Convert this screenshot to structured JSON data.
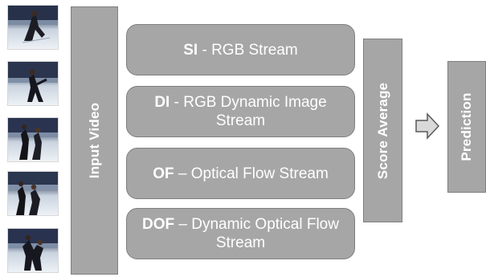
{
  "input": {
    "label": "Input Video",
    "frames": [
      "frame-1",
      "frame-2",
      "frame-3",
      "frame-4",
      "frame-5"
    ]
  },
  "streams": [
    {
      "abbr": "SI",
      "separator": " - ",
      "text": "RGB Stream"
    },
    {
      "abbr": "DI",
      "separator": " - ",
      "text": "RGB Dynamic Image Stream"
    },
    {
      "abbr": "OF",
      "separator": " – ",
      "text": "Optical Flow Stream"
    },
    {
      "abbr": "DOF",
      "separator": " – ",
      "text": "Dynamic Optical Flow Stream"
    }
  ],
  "fusion": {
    "label": "Score Average"
  },
  "output": {
    "label": "Prediction"
  },
  "colors": {
    "box_fill": "#a6a6a6",
    "box_border": "#7f7f7f",
    "text": "#ffffff"
  },
  "icons": {
    "arrow": "right-arrow-icon"
  }
}
